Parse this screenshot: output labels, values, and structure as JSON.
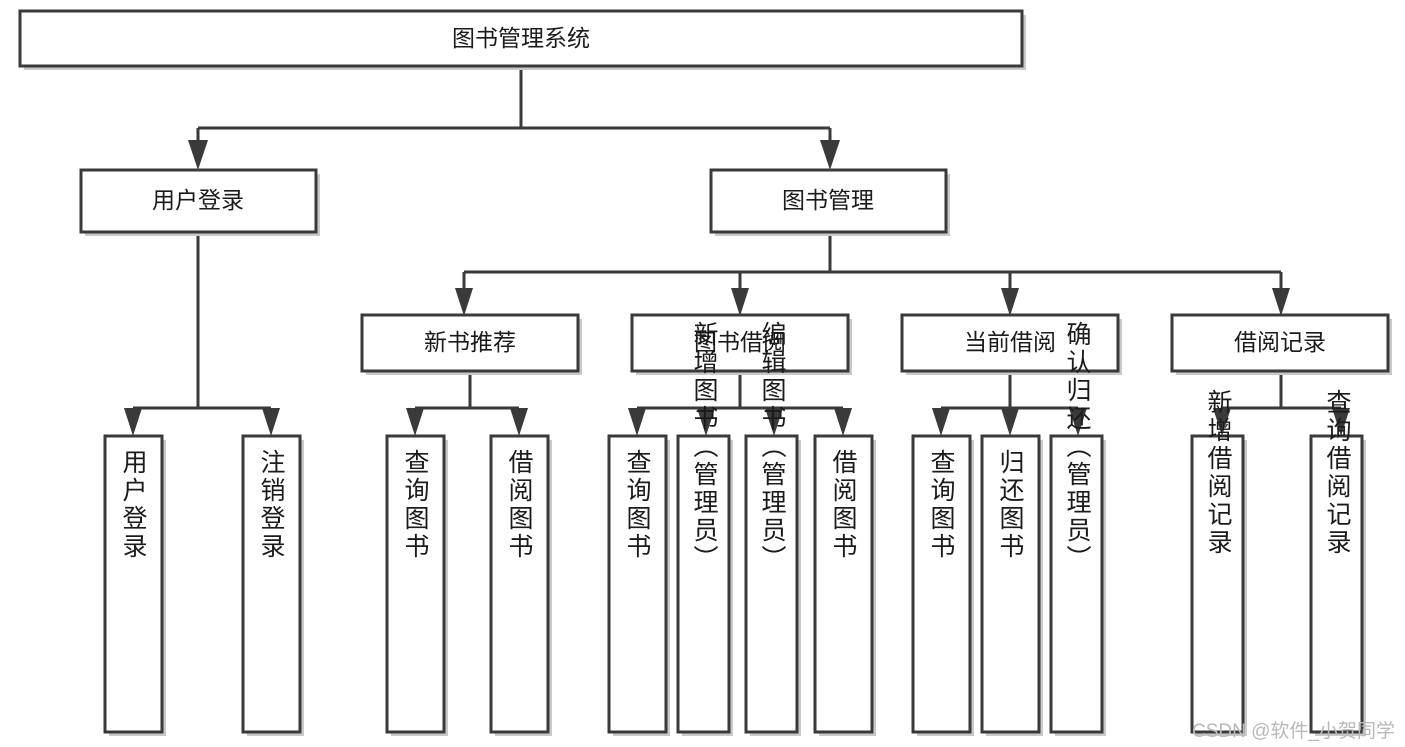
{
  "diagram": {
    "title": "图书管理系统",
    "type": "hierarchy-tree",
    "watermark": "CSDN @软件_小贺同学",
    "colors": {
      "box_stroke": "#3a3a3a",
      "box_fill": "#ffffff",
      "text": "#1b1b1b",
      "watermark": "#b9b9b9"
    },
    "levels": {
      "root": {
        "label": "图书管理系统"
      },
      "level1": [
        {
          "id": "user-login",
          "label": "用户登录"
        },
        {
          "id": "book-management",
          "label": "图书管理"
        }
      ],
      "level2": [
        {
          "id": "new-book-recommend",
          "label": "新书推荐",
          "parent": "book-management"
        },
        {
          "id": "book-borrow",
          "label": "图书借阅",
          "parent": "book-management"
        },
        {
          "id": "current-borrow",
          "label": "当前借阅",
          "parent": "book-management"
        },
        {
          "id": "borrow-record",
          "label": "借阅记录",
          "parent": "book-management"
        }
      ],
      "leaves": [
        {
          "id": "leaf-user-login",
          "label": "用户登录",
          "parent": "user-login"
        },
        {
          "id": "leaf-logout",
          "label": "注销登录",
          "parent": "user-login"
        },
        {
          "id": "leaf-query-book-1",
          "label": "查询图书",
          "parent": "new-book-recommend"
        },
        {
          "id": "leaf-borrow-book-1",
          "label": "借阅图书",
          "parent": "new-book-recommend"
        },
        {
          "id": "leaf-query-book-2",
          "label": "查询图书",
          "parent": "book-borrow"
        },
        {
          "id": "leaf-add-book",
          "label": "新增图书（管理员）",
          "parent": "book-borrow"
        },
        {
          "id": "leaf-edit-book",
          "label": "编辑图书（管理员）",
          "parent": "book-borrow"
        },
        {
          "id": "leaf-borrow-book-2",
          "label": "借阅图书",
          "parent": "book-borrow"
        },
        {
          "id": "leaf-query-book-3",
          "label": "查询图书",
          "parent": "current-borrow"
        },
        {
          "id": "leaf-return-book",
          "label": "归还图书",
          "parent": "current-borrow"
        },
        {
          "id": "leaf-confirm-return",
          "label": "确认归还（管理员）",
          "parent": "current-borrow"
        },
        {
          "id": "leaf-add-record",
          "label": "新增借阅记录",
          "parent": "borrow-record"
        },
        {
          "id": "leaf-query-record",
          "label": "查询借阅记录",
          "parent": "borrow-record"
        }
      ]
    }
  }
}
